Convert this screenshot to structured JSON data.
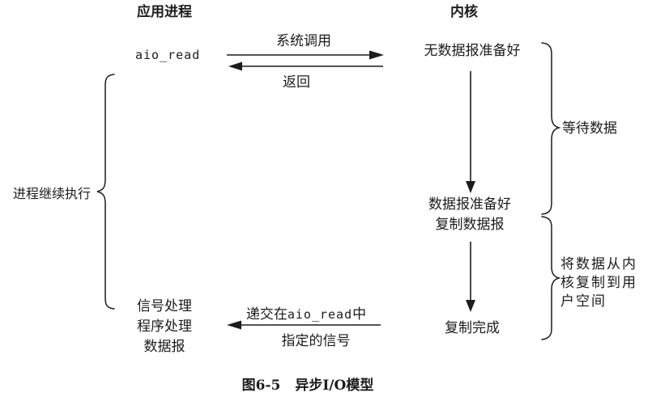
{
  "figure": {
    "caption_num": "图6-5",
    "caption_title": "异步I/O模型"
  },
  "headers": {
    "application": "应用进程",
    "kernel": "内核"
  },
  "app_column": {
    "aio_read": "aio_read",
    "process_continues": "进程继续执行",
    "signal_handler_lines": [
      "信号处理",
      "程序处理",
      "数据报"
    ]
  },
  "kernel_column": {
    "no_datagram_ready": "无数据报准备好",
    "datagram_ready_lines": [
      "数据报准备好",
      "复制数据报"
    ],
    "copy_complete": "复制完成"
  },
  "arrows": {
    "system_call": "系统调用",
    "return": "返回",
    "deliver_pre": "递交在",
    "deliver_code": "aio_read",
    "deliver_post": "中",
    "specified_signal": "指定的信号"
  },
  "braces": {
    "wait_data": "等待数据",
    "copy_note_lines": [
      "将数据从内",
      "核复制到用",
      "户空间"
    ]
  },
  "colors": {
    "ink": "#1c1c1c",
    "background": "#ffffff"
  }
}
